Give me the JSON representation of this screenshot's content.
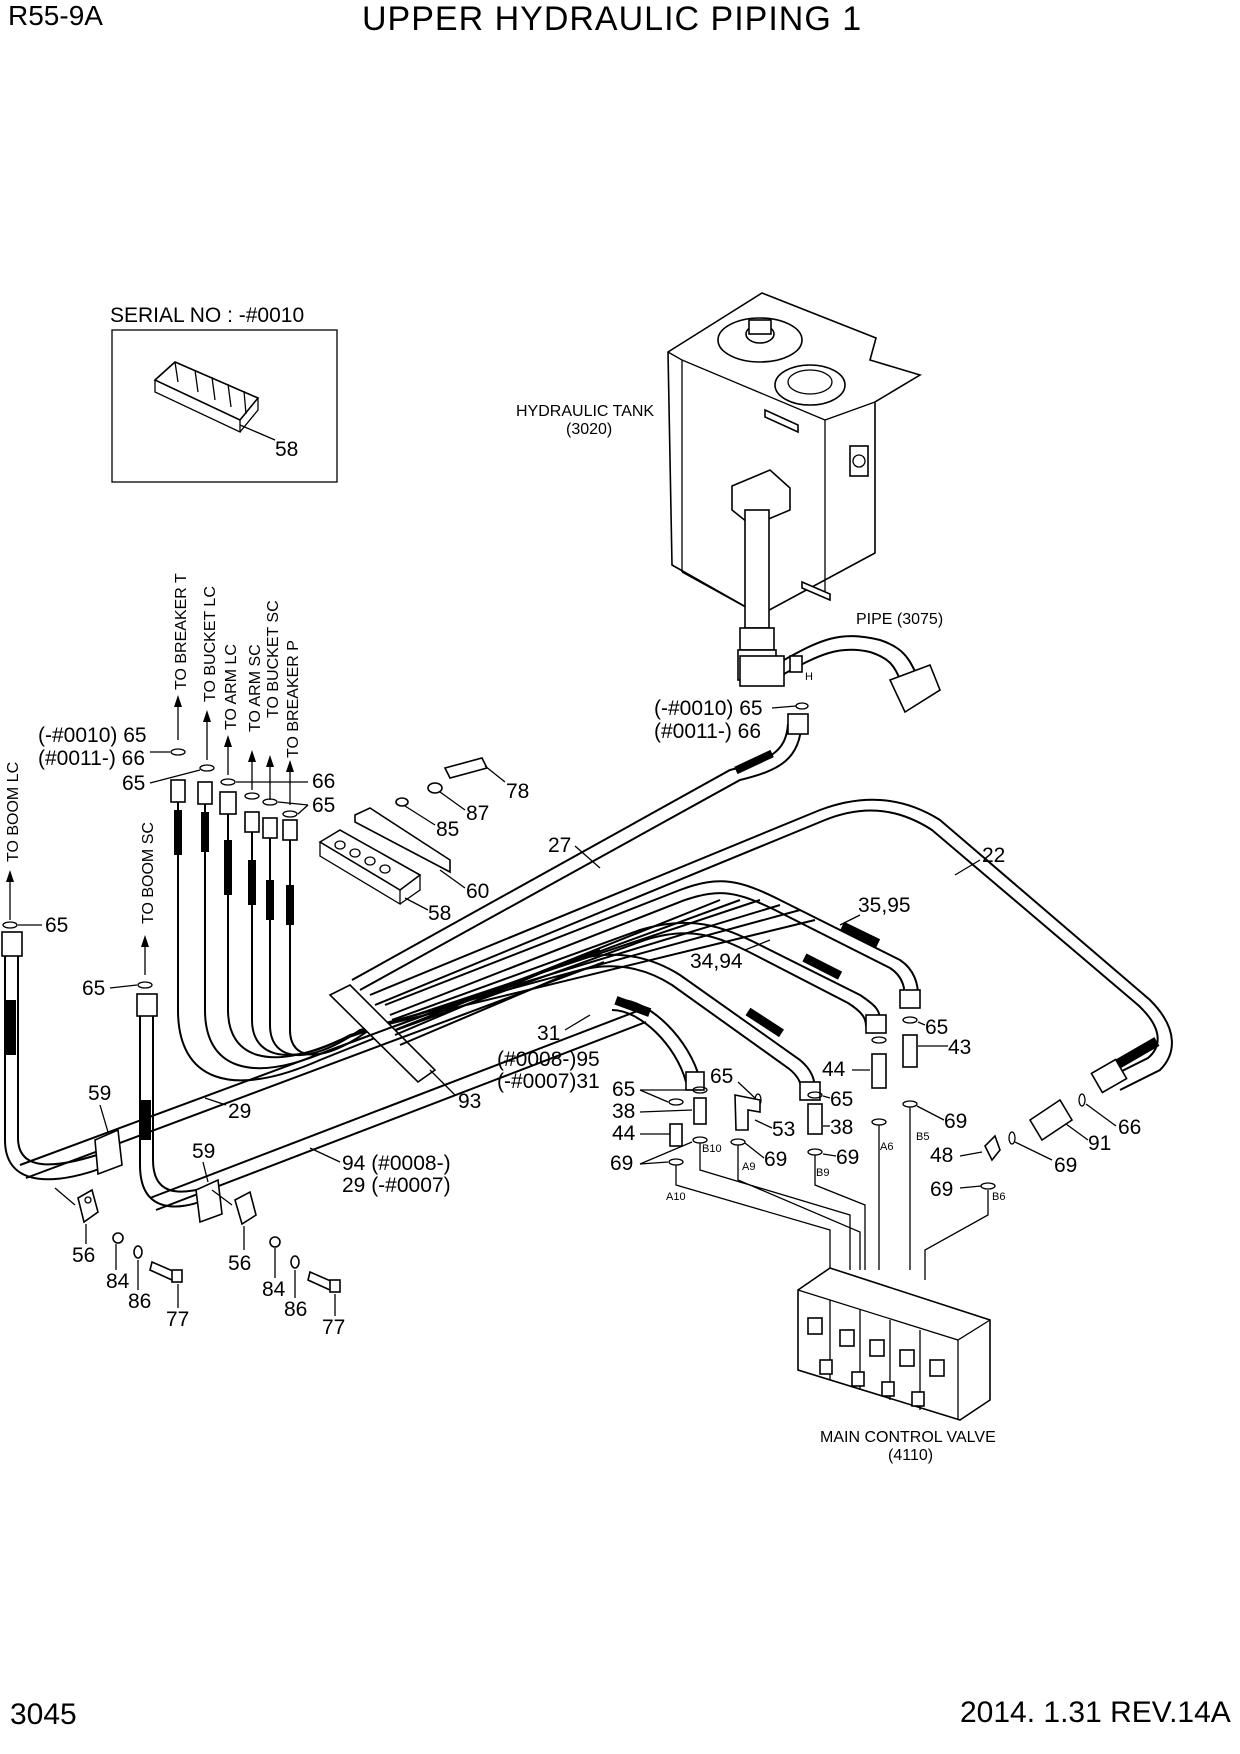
{
  "header": {
    "model": "R55-9A",
    "title": "UPPER HYDRAULIC PIPING 1"
  },
  "footer": {
    "page_number": "3045",
    "revision": "2014. 1.31  REV.14A"
  },
  "inset": {
    "caption": "SERIAL NO : -#0010",
    "part": "58"
  },
  "components": {
    "tank_name": "HYDRAULIC TANK",
    "tank_ref": "(3020)",
    "pipe": "PIPE (3075)",
    "mcv_name": "MAIN CONTROL VALVE",
    "mcv_ref": "(4110)"
  },
  "destinations": {
    "boom_lc": "TO BOOM LC",
    "boom_sc": "TO BOOM SC",
    "breaker_t": "TO BREAKER T",
    "bucket_lc": "TO BUCKET LC",
    "arm_lc": "TO ARM LC",
    "arm_sc": "TO ARM SC",
    "bucket_sc": "TO BUCKET SC",
    "breaker_p": "TO BREAKER P"
  },
  "ports": {
    "a10": "A10",
    "b10": "B10",
    "a9": "A9",
    "b9": "B9",
    "a6": "A6",
    "b5": "B5",
    "b6": "B6",
    "h": "H"
  },
  "callouts": {
    "c_h65a": "(-#0010) 65",
    "c_h66a": "(#0011-) 66",
    "c_l65a": "(-#0010) 65",
    "c_l66a": "(#0011-) 66",
    "c_65_top": "65",
    "c_66_top": "66",
    "c_65_top2": "65",
    "c_65_boom": "65",
    "c_65_boomsc": "65",
    "c_78": "78",
    "c_87": "87",
    "c_85": "85",
    "c_60": "60",
    "c_58": "58",
    "c_27": "27",
    "c_22": "22",
    "c_3595": "35,95",
    "c_3494": "34,94",
    "c_31": "31",
    "c_95a": "(#0008-)95",
    "c_31a": "(-#0007)31",
    "c_93": "93",
    "c_29": "29",
    "c_59a": "59",
    "c_59b": "59",
    "c_94a": "94 (#0008-)",
    "c_29a": "29 (-#0007)",
    "c_56a": "56",
    "c_84a": "84",
    "c_86a": "86",
    "c_77a": "77",
    "c_56b": "56",
    "c_84b": "84",
    "c_86b": "86",
    "c_77b": "77",
    "c_65_v1": "65",
    "c_38_v1": "38",
    "c_44_v1": "44",
    "c_69_v1": "69",
    "c_65_v2": "65",
    "c_53": "53",
    "c_69_a9": "69",
    "c_44_v3": "44",
    "c_65_v3": "65",
    "c_38_v3": "38",
    "c_69_b9": "69",
    "c_65_43": "65",
    "c_43": "43",
    "c_69_b5": "69",
    "c_48": "48",
    "c_69_48": "69",
    "c_91": "91",
    "c_66_91": "66",
    "c_69_b6": "69"
  }
}
